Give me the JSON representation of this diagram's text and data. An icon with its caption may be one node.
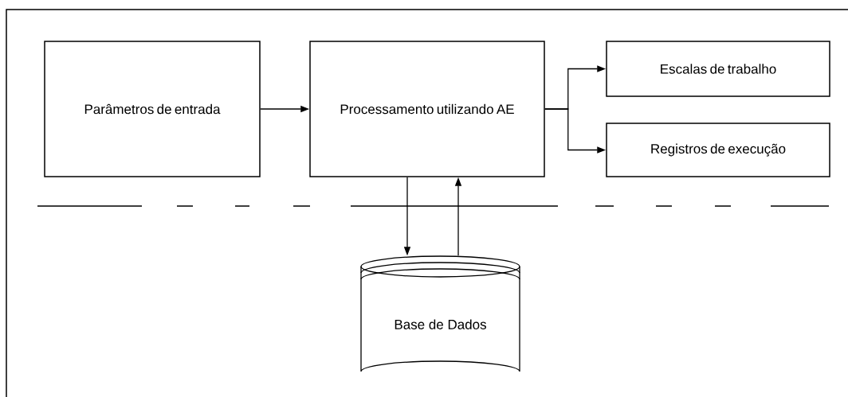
{
  "diagram": {
    "nodes": [
      {
        "text": [
          "Parâmetros de entrada"
        ]
      },
      {
        "text": [
          "Processamento utilizando AE"
        ]
      },
      {
        "text": [
          "Escalas de trabalho"
        ]
      },
      {
        "text": [
          "Registros de execução"
        ]
      },
      {
        "text": [
          "Base de Dados"
        ]
      }
    ],
    "edges": [
      {
        "from": 0,
        "to": 1,
        "arrow": "to"
      },
      {
        "from": 1,
        "to": 2,
        "arrow": "to"
      },
      {
        "from": 1,
        "to": 3,
        "arrow": "to"
      },
      {
        "from": 1,
        "to": 4,
        "arrow": "to"
      },
      {
        "from": 4,
        "to": 1,
        "arrow": "to"
      }
    ]
  }
}
